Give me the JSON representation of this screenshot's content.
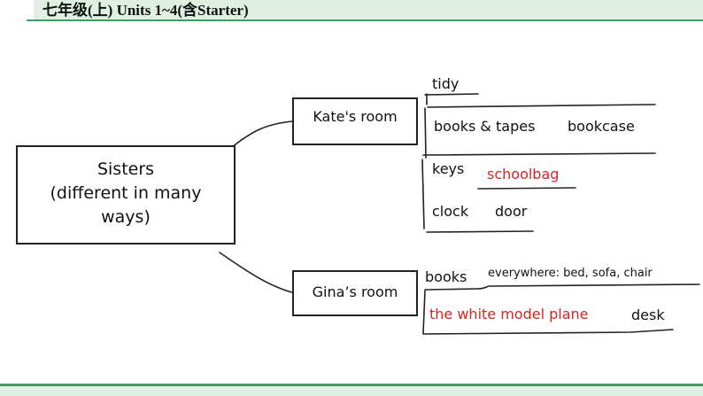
{
  "header": {
    "title": "七年级(上)  Units 1~4(含Starter)"
  },
  "colors": {
    "accent_green": "#3f9b66",
    "header_fill": "#dff0e2",
    "red_text": "#d42525"
  },
  "diagram": {
    "central": {
      "line1": "Sisters",
      "line2": "(different in many",
      "line3": "ways)"
    },
    "kate": {
      "label": "Kate's room",
      "items": {
        "tidy": "tidy",
        "books_tapes": "books & tapes",
        "bookcase": "bookcase",
        "keys": "keys",
        "schoolbag": "schoolbag",
        "clock": "clock",
        "door": "door"
      }
    },
    "gina": {
      "label": "Gina’s room",
      "items": {
        "books": "books",
        "everywhere": "everywhere: bed, sofa, chair",
        "model_plane": "the white model plane",
        "desk": "desk"
      }
    }
  }
}
